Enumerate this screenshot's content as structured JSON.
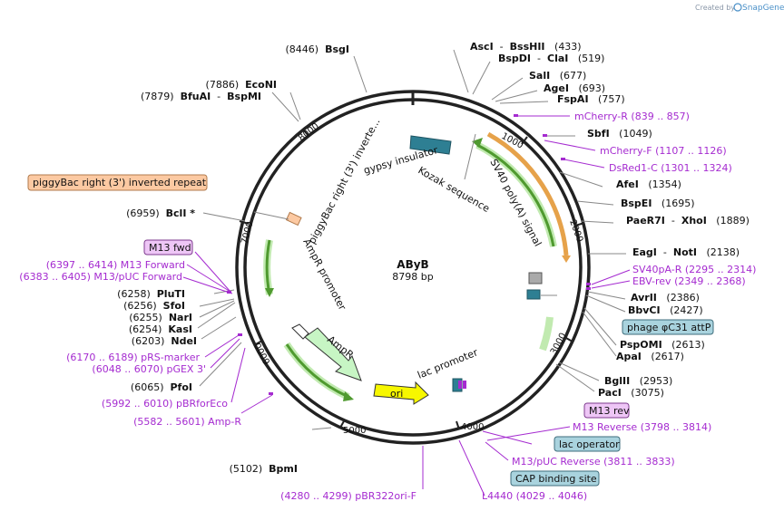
{
  "credit": {
    "created_by": "Created by",
    "brand": "SnapGene"
  },
  "plasmid": {
    "name": "AByB",
    "size_label": "8798 bp"
  },
  "ticks": [
    "1000",
    "2000",
    "3000",
    "4000",
    "5000",
    "6000",
    "7000",
    "8000"
  ],
  "enzymes": [
    {
      "parts": [
        {
          "t": "AscI",
          "b": true
        },
        {
          "t": "  -  ",
          "b": false
        },
        {
          "t": "BssHII",
          "b": true
        },
        {
          "t": "   (433)",
          "b": false
        }
      ]
    },
    {
      "parts": [
        {
          "t": "BspDI",
          "b": true
        },
        {
          "t": "  -  ",
          "b": false
        },
        {
          "t": "ClaI",
          "b": true
        },
        {
          "t": "   (519)",
          "b": false
        }
      ]
    },
    {
      "parts": [
        {
          "t": "SalI",
          "b": true
        },
        {
          "t": "   (677)",
          "b": false
        }
      ]
    },
    {
      "parts": [
        {
          "t": "AgeI",
          "b": true
        },
        {
          "t": "   (693)",
          "b": false
        }
      ]
    },
    {
      "parts": [
        {
          "t": "FspAI",
          "b": true
        },
        {
          "t": "   (757)",
          "b": false
        }
      ]
    },
    {
      "parts": [
        {
          "t": "SbfI",
          "b": true
        },
        {
          "t": "   (1049)",
          "b": false
        }
      ]
    },
    {
      "parts": [
        {
          "t": "AfeI",
          "b": true
        },
        {
          "t": "   (1354)",
          "b": false
        }
      ]
    },
    {
      "parts": [
        {
          "t": "BspEI",
          "b": true
        },
        {
          "t": "   (1695)",
          "b": false
        }
      ]
    },
    {
      "parts": [
        {
          "t": "PaeR7I",
          "b": true
        },
        {
          "t": "  -  ",
          "b": false
        },
        {
          "t": "XhoI",
          "b": true
        },
        {
          "t": "   (1889)",
          "b": false
        }
      ]
    },
    {
      "parts": [
        {
          "t": "EagI",
          "b": true
        },
        {
          "t": "  -  ",
          "b": false
        },
        {
          "t": "NotI",
          "b": true
        },
        {
          "t": "   (2138)",
          "b": false
        }
      ]
    },
    {
      "parts": [
        {
          "t": "AvrII",
          "b": true
        },
        {
          "t": "   (2386)",
          "b": false
        }
      ]
    },
    {
      "parts": [
        {
          "t": "BbvCI",
          "b": true
        },
        {
          "t": "   (2427)",
          "b": false
        }
      ]
    },
    {
      "parts": [
        {
          "t": "PspOMI",
          "b": true
        },
        {
          "t": "   (2613)",
          "b": false
        }
      ]
    },
    {
      "parts": [
        {
          "t": "ApaI",
          "b": true
        },
        {
          "t": "   (2617)",
          "b": false
        }
      ]
    },
    {
      "parts": [
        {
          "t": "BglII",
          "b": true
        },
        {
          "t": "   (2953)",
          "b": false
        }
      ]
    },
    {
      "parts": [
        {
          "t": "PacI",
          "b": true
        },
        {
          "t": "   (3075)",
          "b": false
        }
      ]
    },
    {
      "parts": [
        {
          "t": "(8446)  ",
          "b": false
        },
        {
          "t": "BsgI",
          "b": true
        }
      ]
    },
    {
      "parts": [
        {
          "t": "(7886)  ",
          "b": false
        },
        {
          "t": "EcoNI",
          "b": true
        }
      ]
    },
    {
      "parts": [
        {
          "t": "(7879)  ",
          "b": false
        },
        {
          "t": "BfuAI",
          "b": true
        },
        {
          "t": "  -  ",
          "b": false
        },
        {
          "t": "BspMI",
          "b": true
        }
      ]
    },
    {
      "parts": [
        {
          "t": "(6959)  ",
          "b": false
        },
        {
          "t": "BclI *",
          "b": true
        }
      ]
    },
    {
      "parts": [
        {
          "t": "(6258)  ",
          "b": false
        },
        {
          "t": "PluTI",
          "b": true
        }
      ]
    },
    {
      "parts": [
        {
          "t": "(6256)  ",
          "b": false
        },
        {
          "t": "SfoI",
          "b": true
        }
      ]
    },
    {
      "parts": [
        {
          "t": "(6255)  ",
          "b": false
        },
        {
          "t": "NarI",
          "b": true
        }
      ]
    },
    {
      "parts": [
        {
          "t": "(6254)  ",
          "b": false
        },
        {
          "t": "KasI",
          "b": true
        }
      ]
    },
    {
      "parts": [
        {
          "t": "(6203)  ",
          "b": false
        },
        {
          "t": "NdeI",
          "b": true
        }
      ]
    },
    {
      "parts": [
        {
          "t": "(6065)  ",
          "b": false
        },
        {
          "t": "PfoI",
          "b": true
        }
      ]
    },
    {
      "parts": [
        {
          "t": "(5102)  ",
          "b": false
        },
        {
          "t": "BpmI",
          "b": true
        }
      ]
    }
  ],
  "primers": [
    "mCherry-R   (839 .. 857)",
    "mCherry-F   (1107 .. 1126)",
    "DsRed1-C   (1301 .. 1324)",
    "SV40pA-R   (2295 .. 2314)",
    "EBV-rev   (2349 .. 2368)",
    "M13 Reverse   (3798 .. 3814)",
    "M13/pUC Reverse   (3811 .. 3833)",
    "L4440   (4029 .. 4046)",
    "(4280 .. 4299)  pBR322ori-F",
    "(5582 .. 5601)  Amp-R",
    "(5992 .. 6010)  pBRforEco",
    "(6048 .. 6070)  pGEX 3'",
    "(6170 .. 6189)  pRS-marker",
    "(6383 .. 6405)  M13/pUC Forward",
    "(6397 .. 6414)  M13 Forward"
  ],
  "boxed": [
    {
      "text": "piggyBac right (3') inverted repeat",
      "fill": "#fcc9a2",
      "stroke": "#b07a4c"
    },
    {
      "text": "M13 fwd",
      "fill": "#eec6f6",
      "stroke": "#7d3a8e"
    },
    {
      "text": "phage φC31 attP",
      "fill": "#a9d3de",
      "stroke": "#3f6e7c"
    },
    {
      "text": "M13 rev",
      "fill": "#eec6f6",
      "stroke": "#7d3a8e"
    },
    {
      "text": "lac operator",
      "fill": "#a9d3de",
      "stroke": "#3f6e7c"
    },
    {
      "text": "CAP binding site",
      "fill": "#a9d3de",
      "stroke": "#3f6e7c"
    }
  ],
  "features": [
    "gypsy insulator",
    "Kozak sequence",
    "SV40 poly(A) signal",
    "piggyBac right (3') inverte...",
    "AmpR promoter",
    "AmpR",
    "ori",
    "lac promoter"
  ],
  "colors": {
    "gypsy": "#2e7f93",
    "orange_orf": "#e6a24a",
    "green_orf": "#4f9a2f",
    "ampr": "#c7f5c4",
    "ori": "#f7f700",
    "primer": "#a52bd0",
    "attP": "#2e7f93",
    "pig": "#fcc9a2"
  }
}
